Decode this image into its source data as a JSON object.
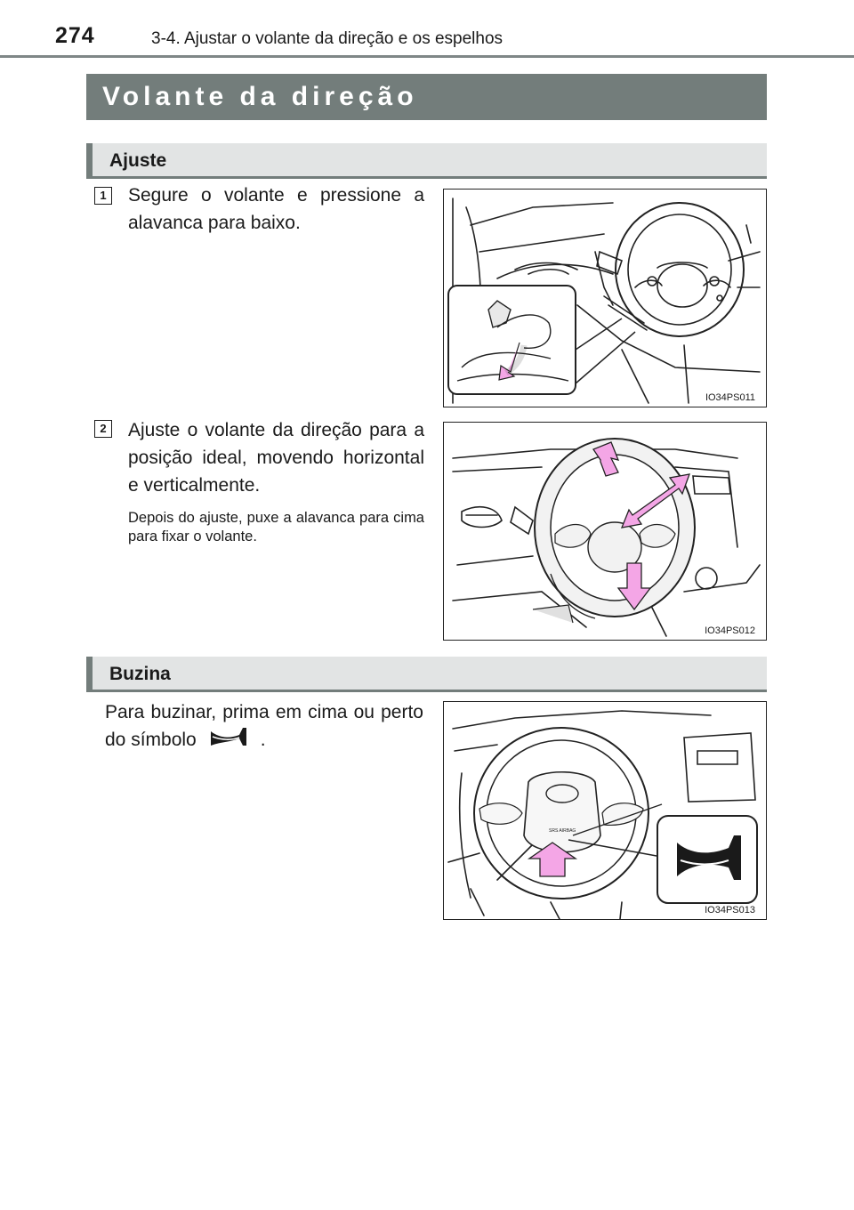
{
  "header": {
    "page_number": "274",
    "chapter": "3-4. Ajustar o volante da direção e os espelhos"
  },
  "section_title": "Volante da direção",
  "ajuste": {
    "heading": "Ajuste",
    "step1": {
      "number": "1",
      "text": "Segure o volante e pressione a alavanca para baixo.",
      "figure_code": "IO34PS011"
    },
    "step2": {
      "number": "2",
      "text": "Ajuste o volante da direção para a posição ideal, movendo horizontal e verticalmente.",
      "note": "Depois do ajuste, puxe a alavanca para cima para fixar o volante.",
      "figure_code": "IO34PS012"
    }
  },
  "buzina": {
    "heading": "Buzina",
    "text_before": "Para buzinar, prima em cima ou perto do símbolo",
    "text_after": ".",
    "horn_icon": "horn-icon",
    "figure_code": "IO34PS013",
    "airbag_label": "SRS AIRBAG"
  },
  "colors": {
    "title_bar": "#737d7b",
    "subhead_bg": "#e2e4e4",
    "arrow_pink": "#f4a6e6"
  }
}
